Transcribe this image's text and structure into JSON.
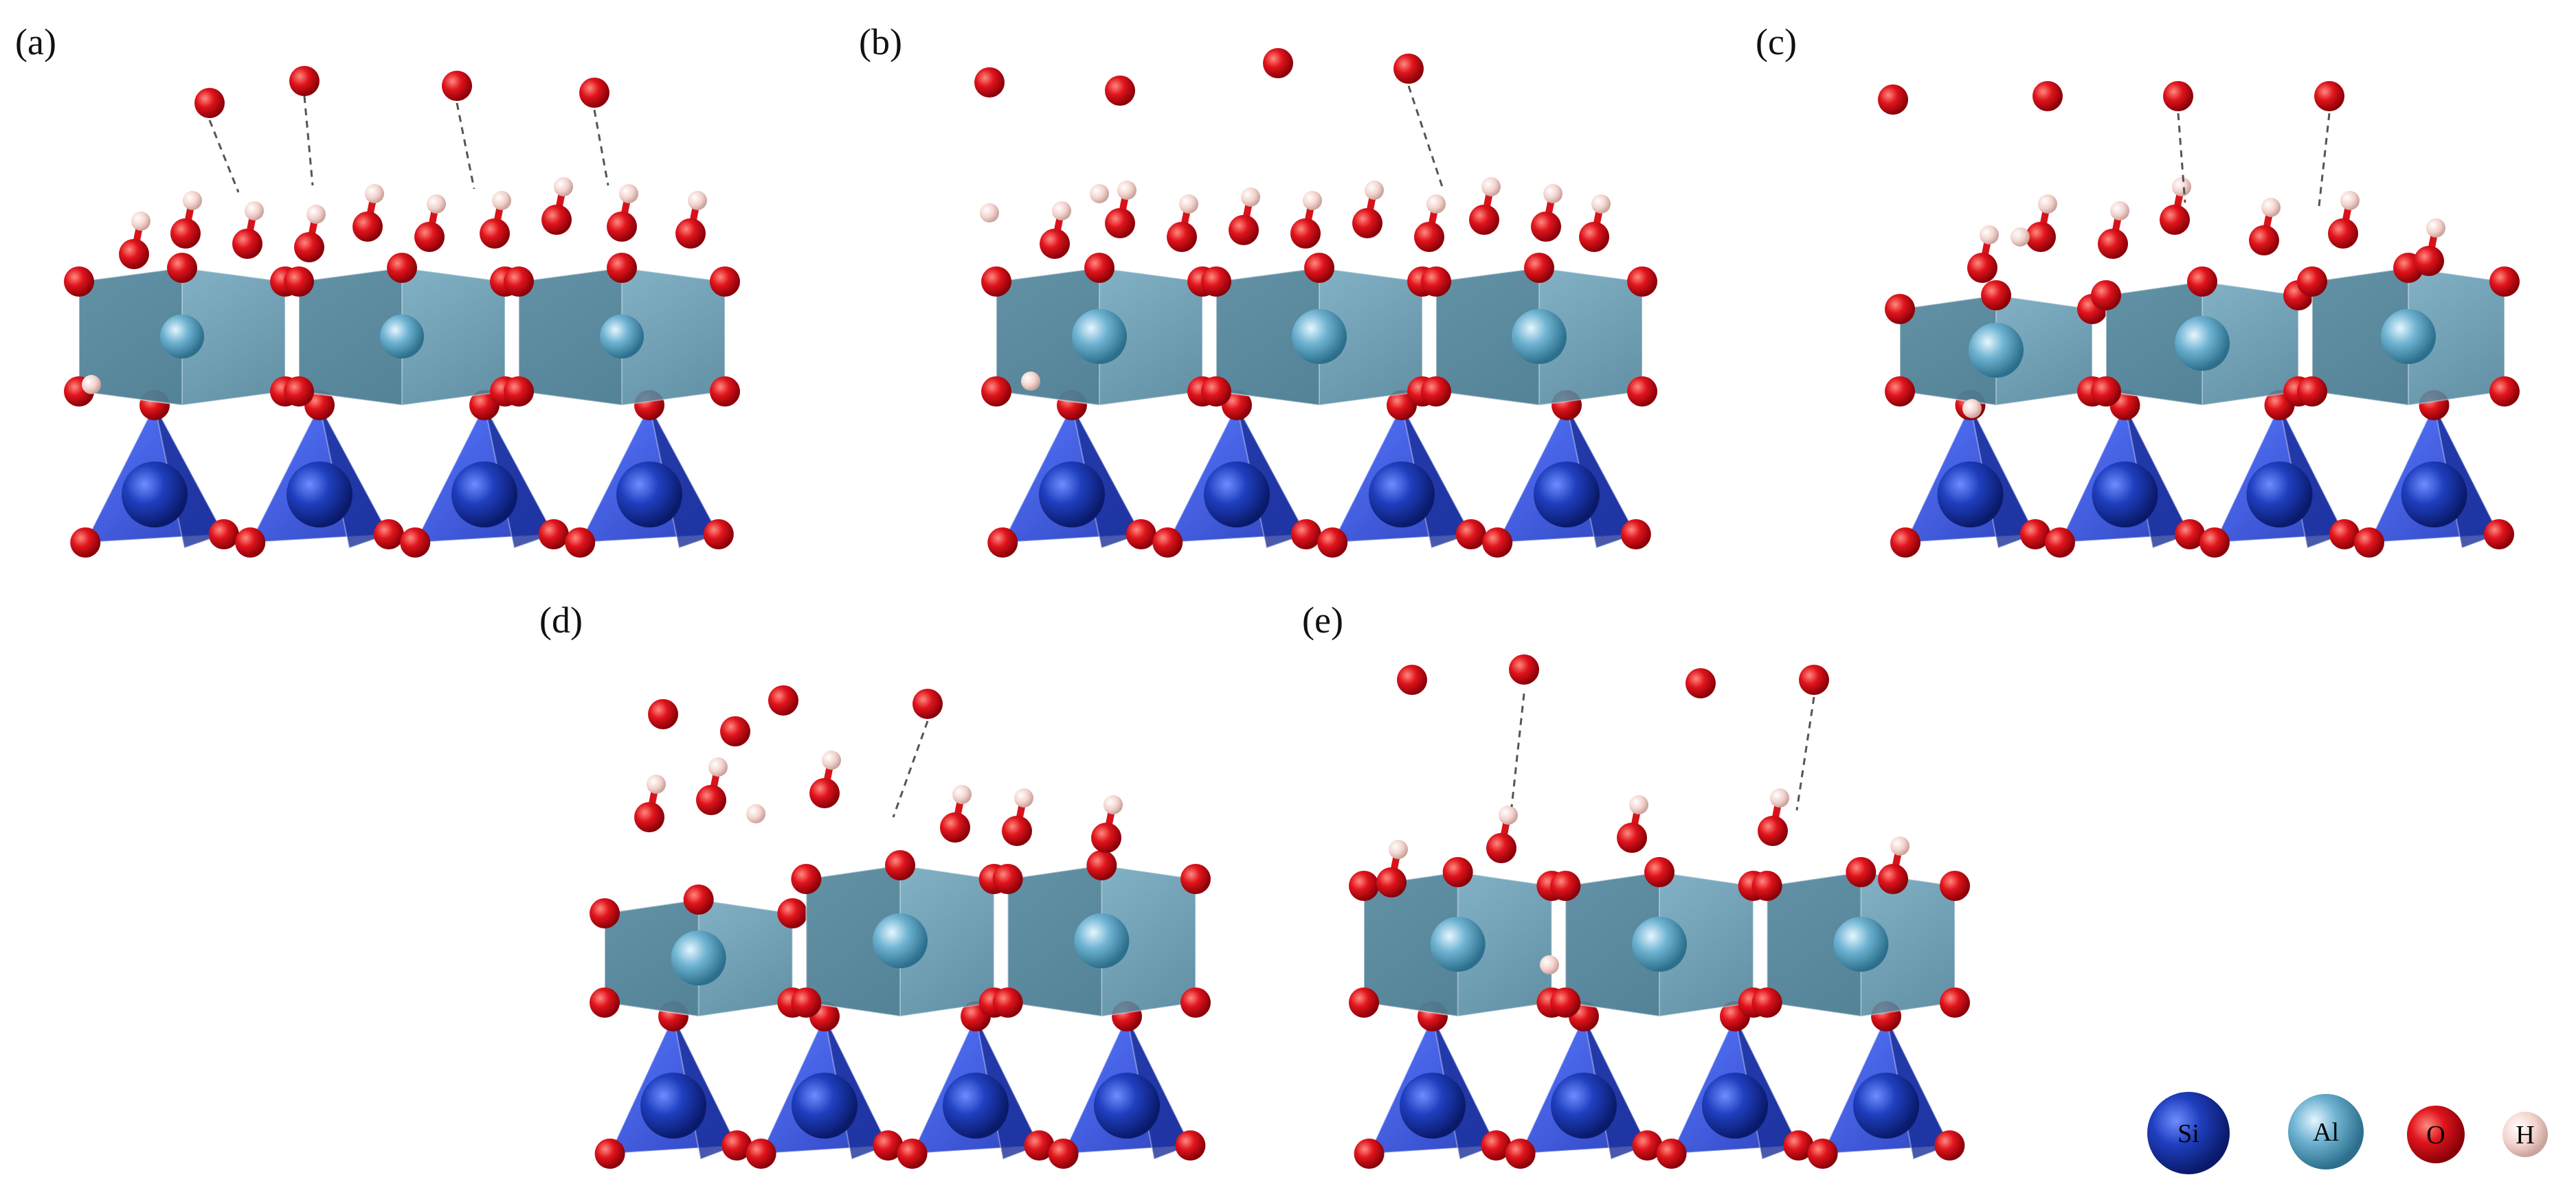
{
  "panels": [
    {
      "label": "(a)"
    },
    {
      "label": "(b)"
    },
    {
      "label": "(c)"
    },
    {
      "label": "(d)"
    },
    {
      "label": "(e)"
    }
  ],
  "legend": [
    {
      "symbol": "Si",
      "color": "#1f3fbf"
    },
    {
      "symbol": "Al",
      "color": "#5fa8c8"
    },
    {
      "symbol": "O",
      "color": "#e0141c"
    },
    {
      "symbol": "H",
      "color": "#f2c8c0"
    }
  ],
  "colors": {
    "tetrahedron": "#2f4fd8",
    "octahedron": "#5d95ad",
    "oxygen": "#e0141c",
    "hydrogen": "#f3d2cc",
    "bond": "#e0141c"
  }
}
